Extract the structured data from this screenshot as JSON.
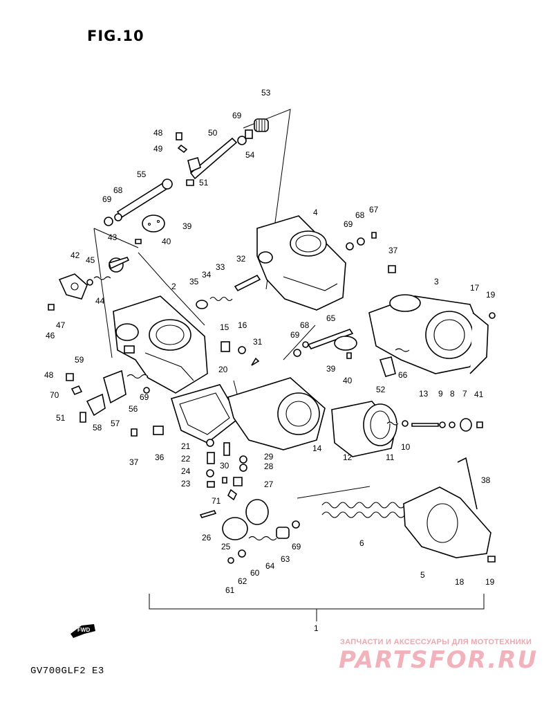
{
  "figure": {
    "title": "FIG.10",
    "model_code": "GV700GLF2 E3",
    "fwd_label": "FWD",
    "assembly_label": "1"
  },
  "watermark": {
    "tagline": "ЗАПЧАСТИ И АКСЕССУАРЫ ДЛЯ МОТОТЕХНИКИ",
    "brand_text": "PARTSFOR.RU",
    "color": "#f2b2bb"
  },
  "callouts": [
    "53",
    "69",
    "54",
    "48",
    "49",
    "50",
    "51",
    "55",
    "68",
    "69",
    "39",
    "40",
    "43",
    "42",
    "45",
    "44",
    "47",
    "46",
    "2",
    "4",
    "69",
    "68",
    "67",
    "37",
    "35",
    "34",
    "33",
    "32",
    "3",
    "17",
    "19",
    "15",
    "16",
    "31",
    "65",
    "69",
    "68",
    "39",
    "40",
    "52",
    "66",
    "59",
    "48",
    "70",
    "51",
    "58",
    "57",
    "56",
    "69",
    "20",
    "21",
    "36",
    "22",
    "24",
    "23",
    "37",
    "30",
    "29",
    "28",
    "27",
    "71",
    "14",
    "12",
    "11",
    "10",
    "13",
    "9",
    "8",
    "7",
    "41",
    "38",
    "26",
    "25",
    "6",
    "5",
    "18",
    "19",
    "61",
    "62",
    "60",
    "64",
    "63",
    "69"
  ]
}
